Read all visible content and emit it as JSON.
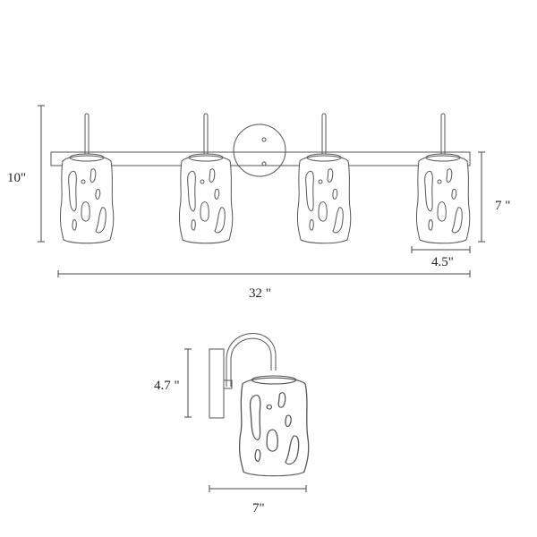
{
  "front_view": {
    "height_label": "10\"",
    "shade_height_label": "7 \"",
    "shade_width_label": "4.5\"",
    "total_width_label": "32 \""
  },
  "side_view": {
    "height_label": "4.7 \"",
    "depth_label": "7\""
  },
  "colors": {
    "line": "#555555",
    "background": "#ffffff"
  }
}
